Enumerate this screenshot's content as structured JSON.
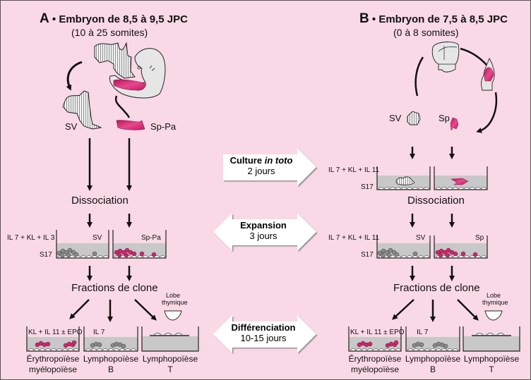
{
  "colors": {
    "background": "#f9d9e5",
    "accent_magenta": "#d9206e",
    "tissue_gray": "#e6e6e6",
    "medium_gray": "#c8c8c8",
    "cell_gray": "#8a8a8a",
    "ink": "#111111"
  },
  "panelA": {
    "letter": "A",
    "title": "• Embryon de 8,5 à 9,5 JPC",
    "subtitle": "(10 à 25 somites)",
    "tissue_labels": {
      "sv": "SV",
      "sppa": "Sp-Pa"
    },
    "dissociation": "Dissociation",
    "expansion_medium": "IL 7 + KL + IL 3",
    "stroma": "S17",
    "well_labels": {
      "left": "SV",
      "right": "Sp-Pa"
    },
    "fractions": "Fractions de clone",
    "lobe": [
      "Lobe",
      "thymique"
    ],
    "diff_media": {
      "ery": "KL + IL 11 ± EPO",
      "b": "IL 7"
    },
    "outcomes": [
      [
        "Érythropoïèse",
        "myélopoïèse"
      ],
      [
        "Lymphopoïèse",
        "B"
      ],
      [
        "Lymphopoïèse",
        "T"
      ]
    ]
  },
  "panelB": {
    "letter": "B",
    "title": "• Embryon de 7,5 à 8,5 JPC",
    "subtitle": "(0 à 8 somites)",
    "tissue_labels": {
      "sv": "SV",
      "sp": "Sp"
    },
    "culture_medium": "IL 7 + KL + IL 11",
    "dissociation": "Dissociation",
    "expansion_medium": "IL 7 + KL + IL 11",
    "stroma": "S17",
    "well_labels": {
      "left": "SV",
      "right": "Sp"
    },
    "fractions": "Fractions de clone",
    "lobe": [
      "Lobe",
      "thymique"
    ],
    "diff_media": {
      "ery": "KL + IL 11 ± EPO",
      "b": "IL 7"
    },
    "outcomes": [
      [
        "Érythropoïèse",
        "myélopoïèse"
      ],
      [
        "Lymphopoïèse",
        "B"
      ],
      [
        "Lymphopoïèse",
        "T"
      ]
    ]
  },
  "steps": {
    "culture": {
      "title_plain": "Culture ",
      "title_italic": "in toto",
      "duration": "2 jours"
    },
    "expansion": {
      "title": "Expansion",
      "duration": "3 jours"
    },
    "differenciation": {
      "title": "Différenciation",
      "duration": "10-15 jours"
    }
  }
}
